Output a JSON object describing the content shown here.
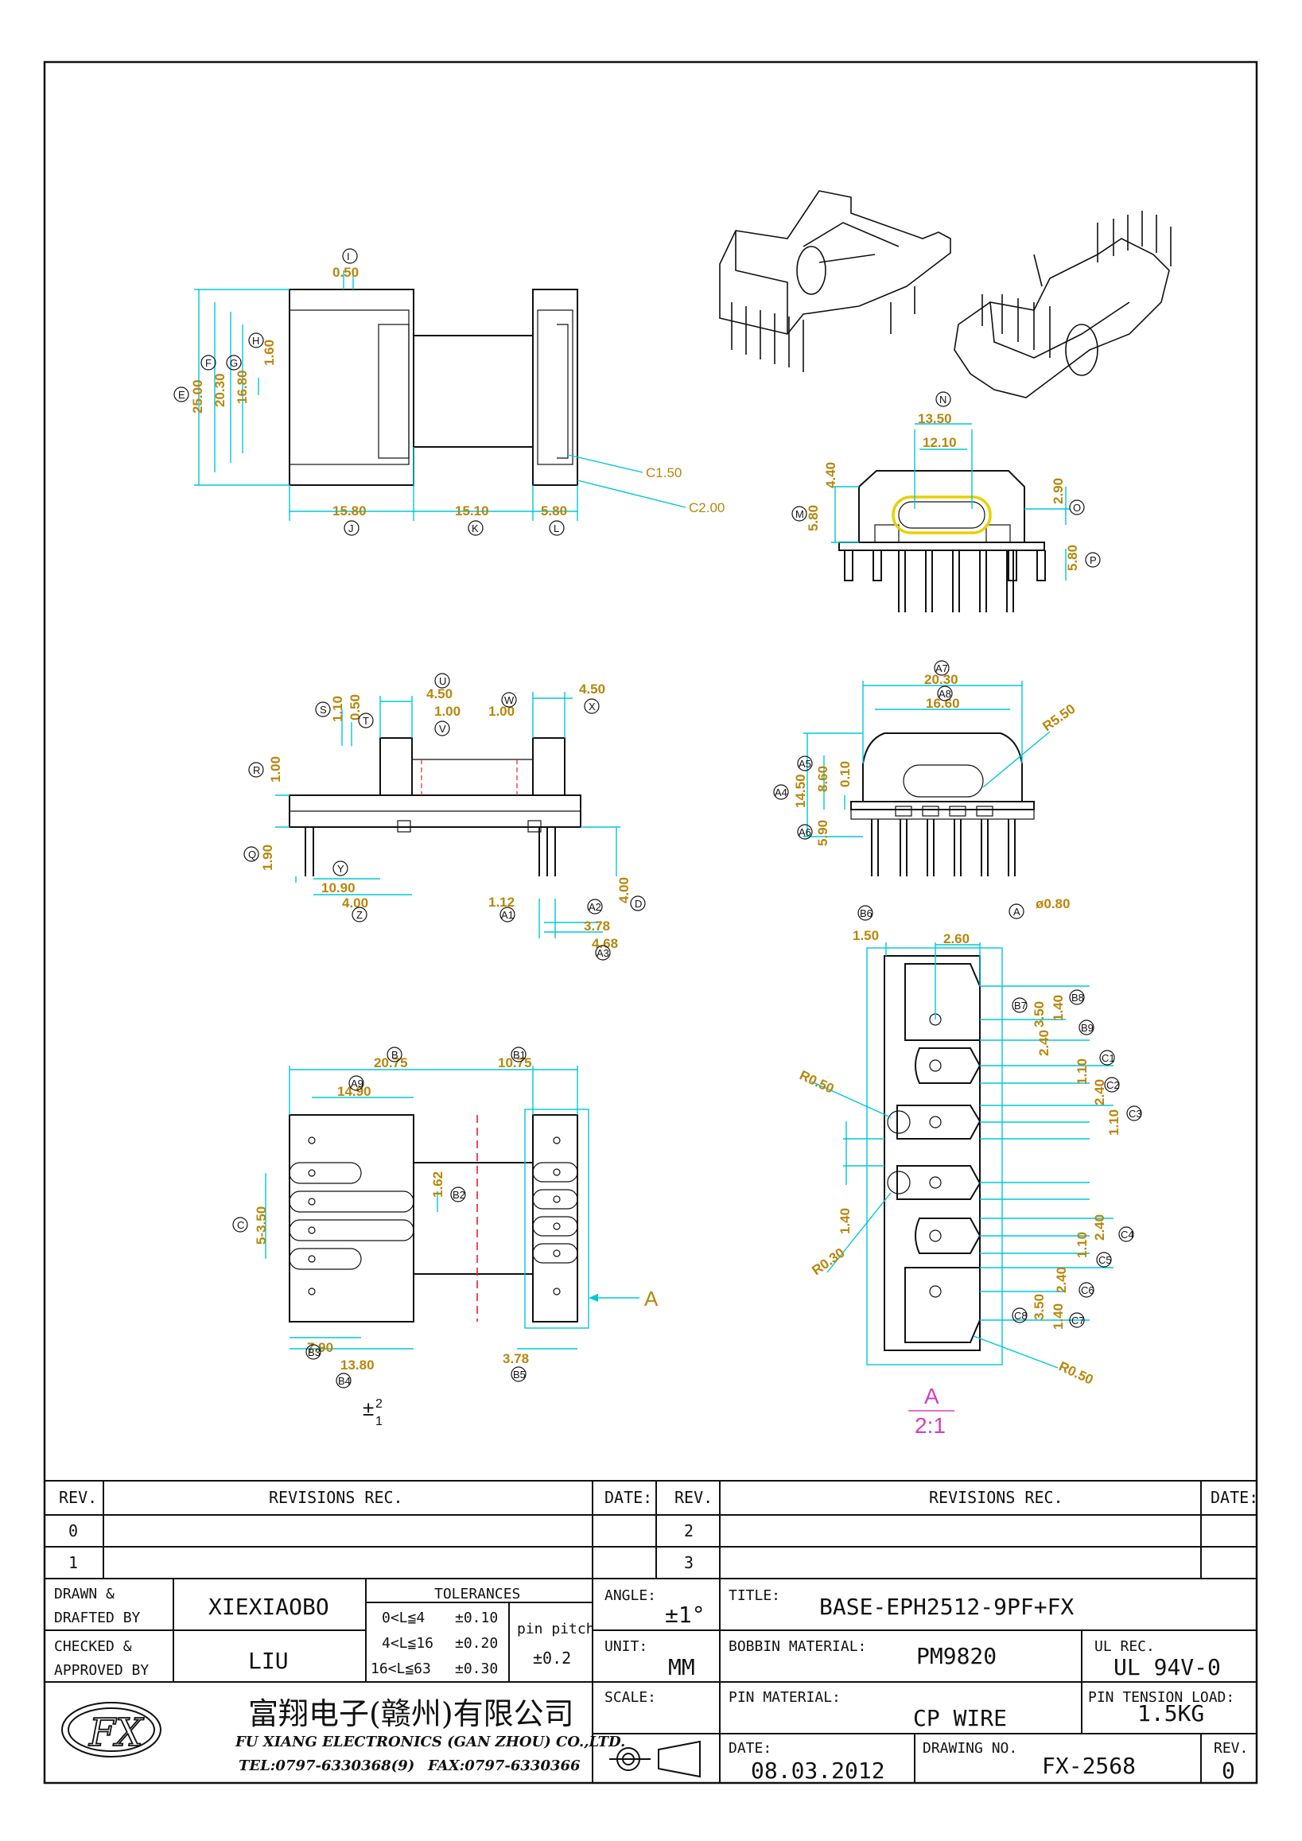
{
  "drawing": {
    "top_view": {
      "dims": [
        "0.50",
        "25.00",
        "20.30",
        "16.80",
        "1.60",
        "15.80",
        "15.10",
        "5.80",
        "C1.50",
        "C2.00"
      ],
      "refs": [
        "I",
        "E",
        "F",
        "G",
        "H",
        "J",
        "K",
        "L"
      ]
    },
    "end_view": {
      "dims": [
        "13.50",
        "12.10",
        "4.40",
        "5.80",
        "2.90",
        "5.80"
      ],
      "refs": [
        "N",
        "M",
        "O",
        "P"
      ]
    },
    "side_view": {
      "dims": [
        "4.50",
        "1.00",
        "1.10",
        "0.50",
        "1.00",
        "4.50",
        "1.00",
        "1.90",
        "10.90",
        "4.00",
        "1.12",
        "3.78",
        "4.68",
        "4.00"
      ],
      "refs": [
        "U",
        "W",
        "X",
        "S",
        "T",
        "V",
        "R",
        "Q",
        "Y",
        "Z",
        "A1",
        "A2",
        "A3",
        "D"
      ]
    },
    "front_view": {
      "dims": [
        "20.30",
        "16.60",
        "R5.50",
        "14.50",
        "8.60",
        "0.10",
        "5.90",
        "ø0.80"
      ],
      "refs": [
        "A7",
        "A8",
        "A5",
        "A4",
        "A6",
        "A"
      ]
    },
    "bottom_view": {
      "dims": [
        "20.75",
        "10.75",
        "14.90",
        "1.62",
        "5-3.50",
        "7.90",
        "13.80",
        "3.78"
      ],
      "refs": [
        "B",
        "B1",
        "A9",
        "B2",
        "C",
        "B3",
        "B4",
        "B5"
      ],
      "arrow_label": "A",
      "symbol_top": "2",
      "symbol_bottom": "1"
    },
    "detail_view": {
      "dims": [
        "1.50",
        "2.60",
        "3.50",
        "1.40",
        "2.40",
        "1.10",
        "2.40",
        "1.10",
        "R0.50",
        "1.40",
        "R0.30",
        "2.40",
        "1.10",
        "2.40",
        "3.50",
        "1.40",
        "R0.50"
      ],
      "refs": [
        "B6",
        "B7",
        "B8",
        "B9",
        "C1",
        "C2",
        "C3",
        "C4",
        "C5",
        "C6",
        "C7",
        "C8"
      ],
      "label": "A",
      "scale": "2:1"
    }
  },
  "title_block": {
    "rev_header": "REV.",
    "revisions_header": "REVISIONS   REC.",
    "date_header": "DATE:",
    "rev_rows_left": [
      "0",
      "1"
    ],
    "rev_rows_right": [
      "2",
      "3"
    ],
    "drawn_label_1": "DRAWN  &",
    "drawn_label_2": "DRAFTED  BY",
    "drawn_by": "XIEXIAOBO",
    "checked_label_1": "CHECKED  &",
    "checked_label_2": "APPROVED  BY",
    "checked_by": "LIU",
    "tolerances_label": "TOLERANCES",
    "tol_rows": [
      {
        "range": "0<L≦4",
        "value": "±0.10"
      },
      {
        "range": "4<L≦16",
        "value": "±0.20"
      },
      {
        "range": "16<L≦63",
        "value": "±0.30"
      }
    ],
    "pin_pitch_label": "pin  pitch",
    "pin_pitch_value": "±0.2",
    "angle_label": "ANGLE:",
    "angle_value": "±1°",
    "unit_label": "UNIT:",
    "unit_value": "MM",
    "scale_label": "SCALE:",
    "title_label": "TITLE:",
    "title_value": "BASE-EPH2512-9PF+FX",
    "bobbin_material_label": "BOBBIN  MATERIAL:",
    "bobbin_material_value": "PM9820",
    "ul_rec_label": "UL  REC.",
    "ul_rec_value": "UL  94V-0",
    "pin_material_label": "PIN  MATERIAL:",
    "pin_material_value": "CP  WIRE",
    "pin_tension_label": "PIN  TENSION  LOAD:",
    "pin_tension_value": "1.5KG",
    "date_label": "DATE:",
    "date_value": "08.03.2012",
    "drawing_no_label": "DRAWING  NO.",
    "drawing_no_value": "FX-2568",
    "rev_label": "REV.",
    "rev_value": "0",
    "company_cn": "富翔电子(赣州)有限公司",
    "company_en": "FU  XIANG  ELECTRONICS  (GAN  ZHOU)  CO.,LTD.",
    "tel": "TEL:0797-6330368(9)",
    "fax": "FAX:0797-6330366"
  }
}
